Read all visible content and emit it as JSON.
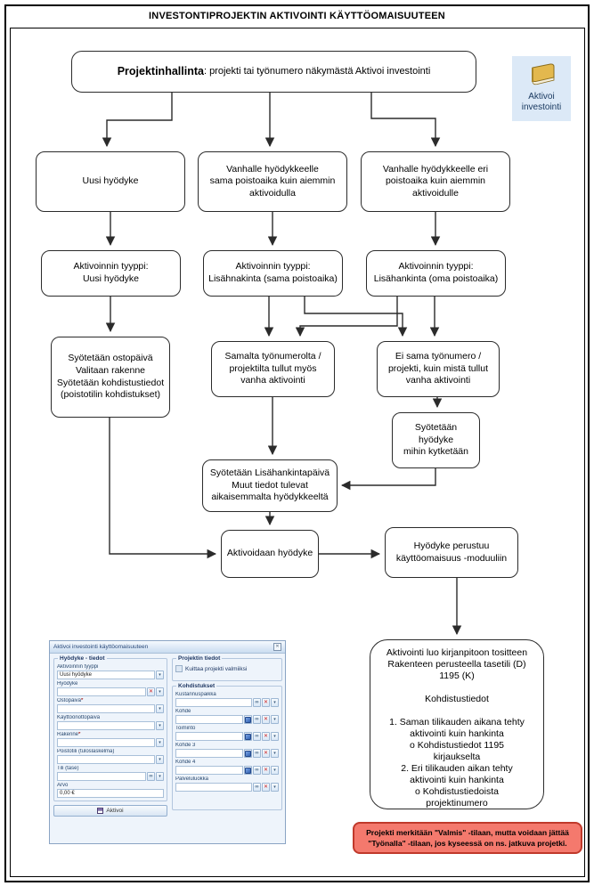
{
  "page": {
    "title": "INVESTONTIPROJEKTIN AKTIVOINTI KÄYTTÖOMAISUUTEEN"
  },
  "toolbar_icon": {
    "label": "Aktivoi\ninvestointi",
    "icon": "book-icon"
  },
  "flow": {
    "projektinhallinta_bold": "Projektinhallinta",
    "projektinhallinta_rest": ": projekti tai työnumero näkymästä Aktivoi investointi",
    "uusi_hyodyke": "Uusi hyödyke",
    "vanhalle_sama": "Vanhalle hyödykkeelle\nsama poistoaika kuin aiemmin\naktivoidulla",
    "vanhalle_eri": "Vanhalle hyödykkeelle eri\npoistoaika kuin aiemmin\naktivoidulle",
    "tyyppi_uusi": "Aktivoinnin tyyppi:\nUusi hyödyke",
    "tyyppi_sama": "Aktivoinnin tyyppi:\nLisähnakinta (sama poistoaika)",
    "tyyppi_oma": "Aktivoinnin tyyppi:\nLisähankinta (oma poistoaika)",
    "syotetaan_ostopaiva": "Syötetään ostopäivä\nValitaan rakenne\nSyötetään kohdistustiedot\n(poistotilin kohdistukset)",
    "samalta": "Samalta työnumerolta /\nprojektilta tullut myös\nvanha aktivointi",
    "ei_sama": "Ei sama työnumero /\nprojekti, kuin mistä tullut\nvanha aktivointi",
    "kytketaan": "Syötetään hyödyke\nmihin kytketään",
    "lisahankintapaiva": "Syötetään Lisähankintapäivä\nMuut tiedot tulevat\naikaisemmalta hyödykkeeltä",
    "aktivoidaan": "Aktivoidaan hyödyke",
    "perustuu": "Hyödyke perustuu\nkäyttöomaisuus -moduuliin",
    "tosite": "Aktivointi luo kirjanpitoon tositteen\nRakenteen perusteella tasetili (D)\n1195 (K)\n\nKohdistustiedot\n\n1. Saman tilikauden aikana tehty\naktivointi kuin hankinta\no Kohdistustiedot 1195\nkirjaukselta\n2. Eri tilikauden aikan tehty\naktivointi kuin hankinta\no Kohdistustiedoista\nprojektinumero",
    "warning": "Projekti merkitään \"Valmis\" -tilaan, mutta voidaan jättää\n\"Työnalla\" -tilaan, jos kyseessä on ns. jatkuva projetki."
  },
  "form": {
    "title": "Aktivoi investointi käyttöomaisuuteen",
    "group_hyodyke": "Hyödyke - tiedot",
    "group_projekti": "Projektin tiedot",
    "group_kohdistukset": "Kohdistukset",
    "checkbox_label": "Kuittaa projekti valmiiksi",
    "checkbox_checked": false,
    "required_mark": "*",
    "aktivoi_button": "Aktivoi",
    "left_fields": [
      {
        "label": "Aktivoinnin tyyppi",
        "value": "Uusi hyödyke"
      },
      {
        "label": "Hyödyke",
        "value": ""
      },
      {
        "label": "Ostopäivä",
        "value": ""
      },
      {
        "label": "Käyttöönottopäivä",
        "value": ""
      },
      {
        "label": "Rakenne",
        "value": ""
      },
      {
        "label": "Poistotili (tuloslaskelma)",
        "value": ""
      },
      {
        "label": "Tili (tase)",
        "value": ""
      },
      {
        "label": "Arvo",
        "value": "0,00 €"
      }
    ],
    "right_fields": [
      {
        "label": "Kustannuspaikka",
        "value": ""
      },
      {
        "label": "Kohde",
        "value": ""
      },
      {
        "label": "Toiminto",
        "value": ""
      },
      {
        "label": "Kohde 3",
        "value": ""
      },
      {
        "label": "Kohde 4",
        "value": ""
      },
      {
        "label": "Palveluluokka",
        "value": ""
      }
    ]
  },
  "colors": {
    "warning_bg": "#f4796d",
    "warning_border": "#c0392b",
    "icon_tile_bg": "#dce9f7",
    "window_bg": "#eef4fb",
    "flow_line": "#2b2b2b"
  }
}
